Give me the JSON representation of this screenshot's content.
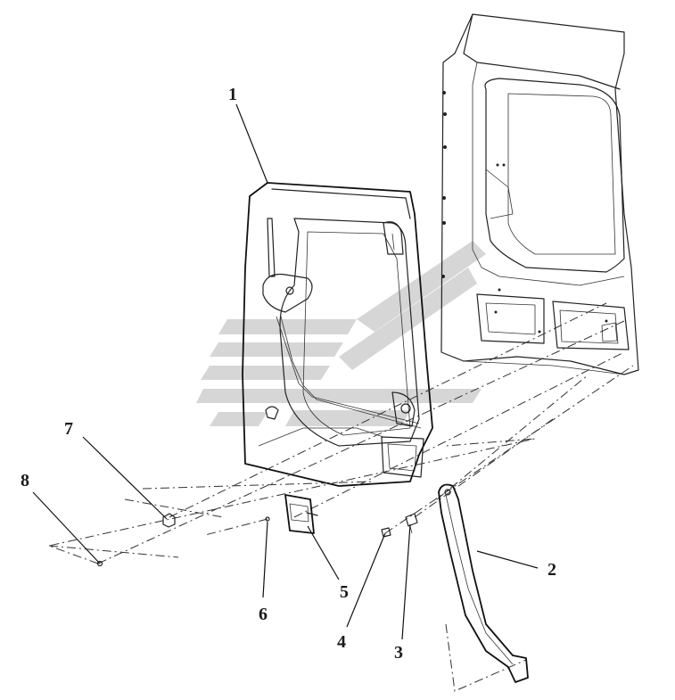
{
  "diagram": {
    "callouts": [
      {
        "id": "c1",
        "label": "1"
      },
      {
        "id": "c2",
        "label": "2"
      },
      {
        "id": "c3",
        "label": "3"
      },
      {
        "id": "c4",
        "label": "4"
      },
      {
        "id": "c5",
        "label": "5"
      },
      {
        "id": "c6",
        "label": "6"
      },
      {
        "id": "c7",
        "label": "7"
      },
      {
        "id": "c8",
        "label": "8"
      }
    ],
    "watermark_color": "#c8c8c8",
    "line_color": "#222222"
  }
}
